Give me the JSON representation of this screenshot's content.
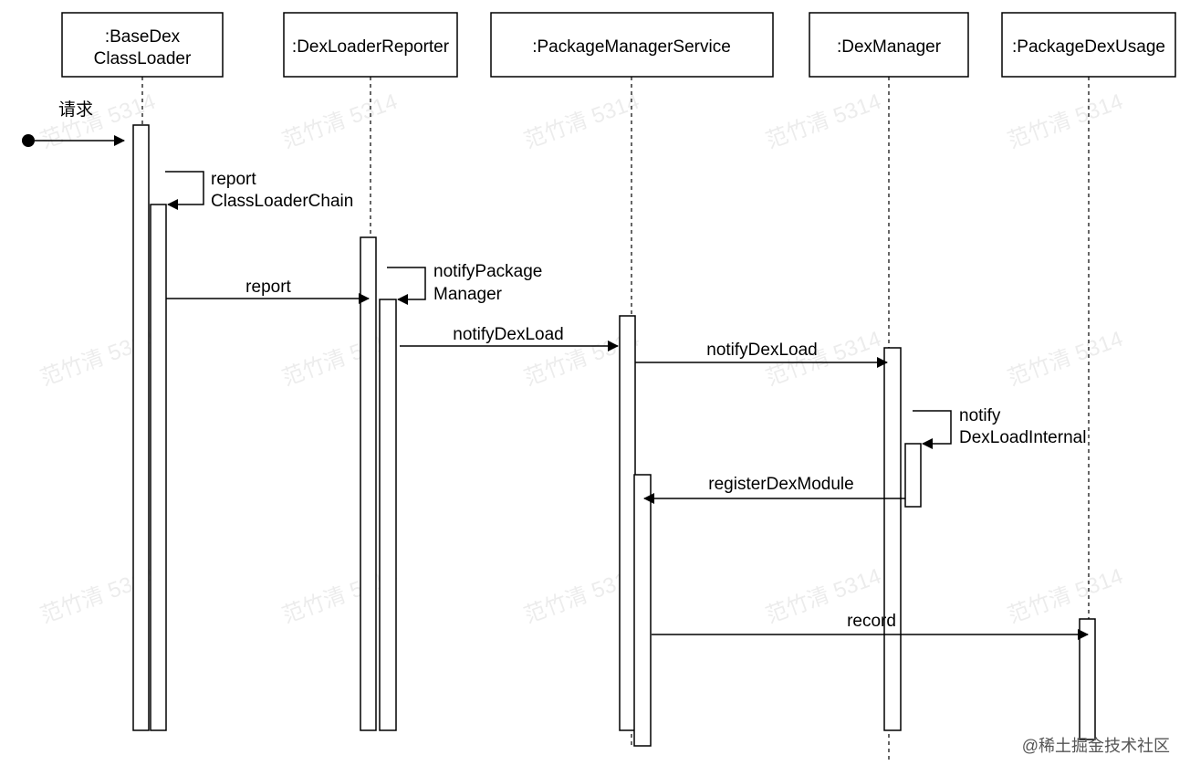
{
  "participants": [
    {
      "id": "basedex",
      "label_lines": [
        ":BaseDex",
        "ClassLoader"
      ]
    },
    {
      "id": "reporter",
      "label_lines": [
        ":DexLoaderReporter"
      ]
    },
    {
      "id": "pms",
      "label_lines": [
        ":PackageManagerService"
      ]
    },
    {
      "id": "dexmanager",
      "label_lines": [
        ":DexManager"
      ]
    },
    {
      "id": "usage",
      "label_lines": [
        ":PackageDexUsage"
      ]
    }
  ],
  "messages": [
    {
      "id": "request",
      "label_lines": [
        "请求"
      ]
    },
    {
      "id": "report-chain",
      "label_lines": [
        "report",
        "ClassLoaderChain"
      ]
    },
    {
      "id": "report",
      "label_lines": [
        "report"
      ]
    },
    {
      "id": "notify-package-manager",
      "label_lines": [
        "notifyPackage",
        "Manager"
      ]
    },
    {
      "id": "notify-dex-load-1",
      "label_lines": [
        "notifyDexLoad"
      ]
    },
    {
      "id": "notify-dex-load-2",
      "label_lines": [
        "notifyDexLoad"
      ]
    },
    {
      "id": "notify-dex-load-internal",
      "label_lines": [
        "notify",
        "DexLoadInternal"
      ]
    },
    {
      "id": "register-dex-module",
      "label_lines": [
        "registerDexModule"
      ]
    },
    {
      "id": "record",
      "label_lines": [
        "record"
      ]
    }
  ],
  "watermark": {
    "text": "范竹清 5314"
  },
  "credit": {
    "text": "@稀土掘金技术社区"
  }
}
